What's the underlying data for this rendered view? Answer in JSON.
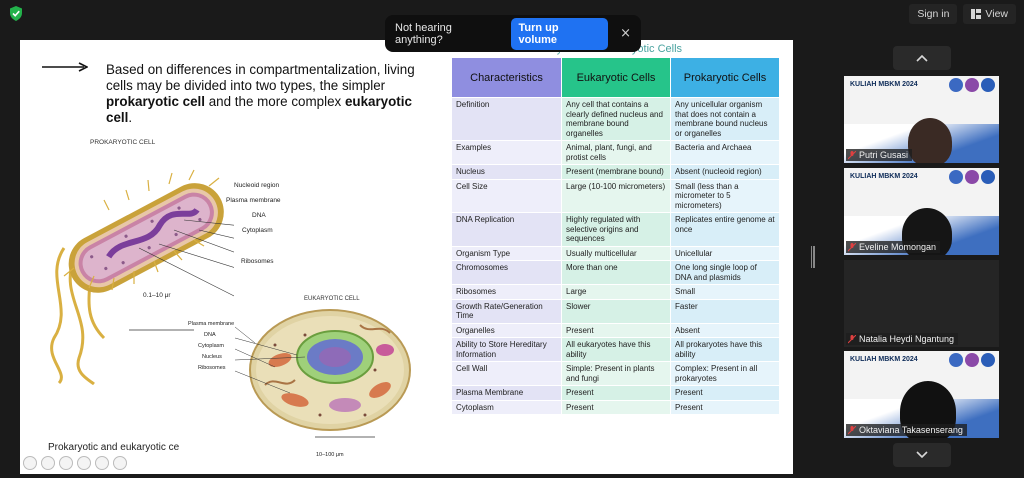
{
  "window": {
    "sign_in_label": "Sign in",
    "view_label": "View",
    "shield_icon": "shield-check-icon",
    "view_icon": "grid-view-icon"
  },
  "audio_banner": {
    "text": "Not hearing anything?",
    "button_label": "Turn up volume",
    "close_glyph": "×"
  },
  "slide": {
    "intro_plain_1": "Based on differences in compartmentalization, living cells may be divided into two types, the simpler ",
    "intro_bold_1": "prokaryotic cell",
    "intro_plain_2": " and the more complex ",
    "intro_bold_2": "eukaryotic cell",
    "intro_plain_3": ".",
    "prokaryotic_figure_title": "PROKARYOTIC CELL",
    "prokaryotic_labels": [
      "Nucleoid region",
      "Plasma membrane",
      "DNA",
      "Cytoplasm",
      "Ribosomes"
    ],
    "prokaryotic_scale": "0.1–10 μr",
    "eukaryotic_figure_title": "EUKARYOTIC CELL",
    "eukaryotic_labels": [
      "Plasma membrane",
      "DNA",
      "Cytoplasm",
      "Nucleus",
      "Ribosomes"
    ],
    "eukaryotic_scale": "10–100 μm",
    "caption": "Prokaryotic and eukaryotic ce",
    "table_title": "Eukaryotic vs. Prokaryotic Cells",
    "table": {
      "headers": [
        "Characteristics",
        "Eukaryotic Cells",
        "Prokaryotic Cells"
      ],
      "rows": [
        [
          "Definition",
          "Any cell that contains a clearly defined nucleus and membrane bound organelles",
          "Any unicellular organism that does not contain a membrane bound nucleus or organelles"
        ],
        [
          "Examples",
          "Animal, plant, fungi, and protist cells",
          "Bacteria and Archaea"
        ],
        [
          "Nucleus",
          "Present (membrane bound)",
          "Absent (nucleoid region)"
        ],
        [
          "Cell Size",
          "Large (10-100 micrometers)",
          "Small (less than a micrometer to 5 micrometers)"
        ],
        [
          "DNA Replication",
          "Highly regulated with selective origins and sequences",
          "Replicates entire genome at once"
        ],
        [
          "Organism Type",
          "Usually multicellular",
          "Unicellular"
        ],
        [
          "Chromosomes",
          "More than one",
          "One long single loop of DNA and plasmids"
        ],
        [
          "Ribosomes",
          "Large",
          "Small"
        ],
        [
          "Growth Rate/Generation Time",
          "Slower",
          "Faster"
        ],
        [
          "Organelles",
          "Present",
          "Absent"
        ],
        [
          "Ability to Store Hereditary Information",
          "All eukaryotes have this ability",
          "All prokaryotes have this ability"
        ],
        [
          "Cell Wall",
          "Simple: Present in plants and fungi",
          "Complex: Present in all prokaryotes"
        ],
        [
          "Plasma Membrane",
          "Present",
          "Present"
        ],
        [
          "Cytoplasm",
          "Present",
          "Present"
        ]
      ]
    }
  },
  "participants": {
    "scroll_up_icon": "chevron-up-icon",
    "scroll_down_icon": "chevron-down-icon",
    "tiles": [
      {
        "name": "Putri Gusasi",
        "banner": "KULIAH MBKM 2024",
        "has_banner": true
      },
      {
        "name": "Eveline Momongan",
        "banner": "KULIAH MBKM 2024",
        "has_banner": true
      },
      {
        "name": "Natalia Heydi Ngantung",
        "banner": "",
        "has_banner": false
      },
      {
        "name": "Oktaviana Takasenserang",
        "banner": "KULIAH MBKM 2024",
        "has_banner": true
      }
    ],
    "mic_icon": "mic-muted-icon"
  },
  "colors": {
    "accent_blue": "#1f72f2",
    "header_characteristics": "#8f8ee0",
    "header_eukaryotic": "#26c48a",
    "header_prokaryotic": "#3db0e4",
    "muted_red": "#e04040"
  }
}
